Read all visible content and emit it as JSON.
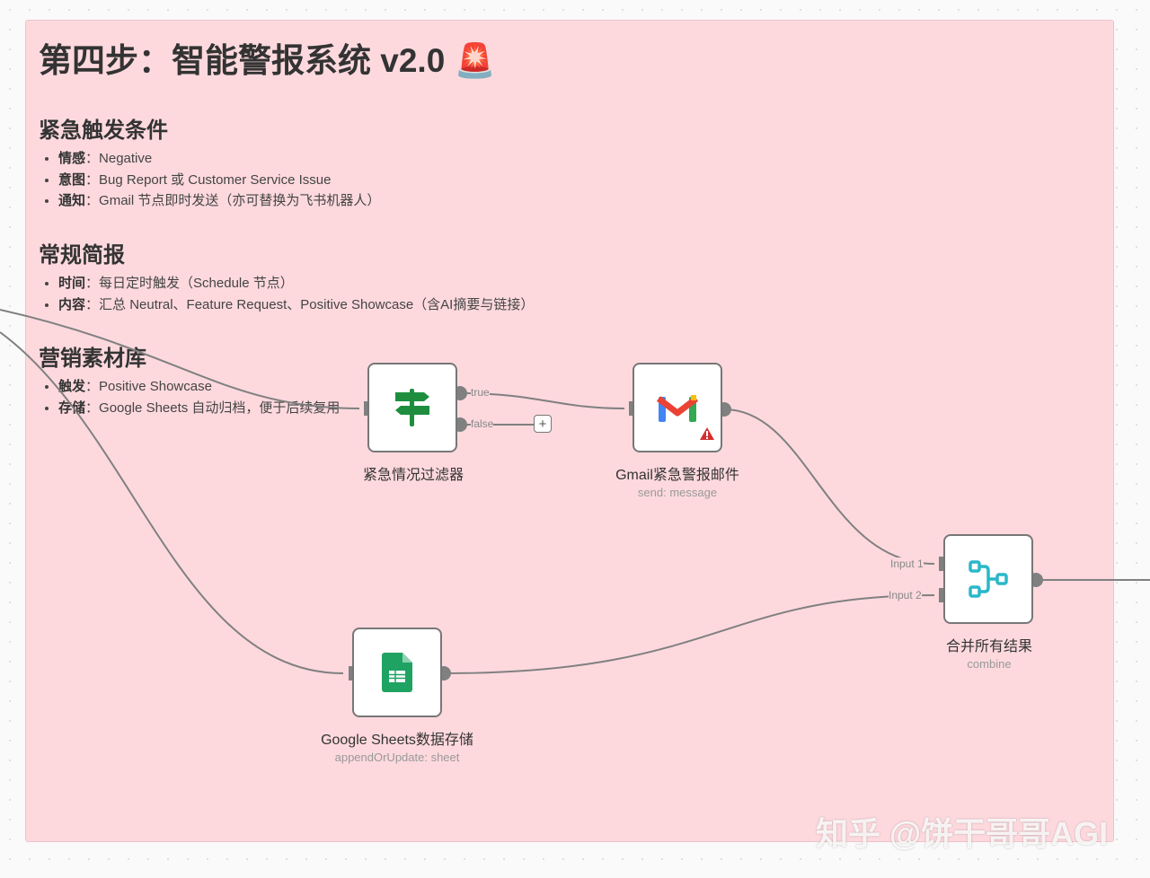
{
  "note": {
    "title": "第四步：智能警报系统 v2.0 🚨",
    "sections": [
      {
        "heading": "紧急触发条件",
        "items": [
          {
            "key": "情感",
            "value": "Negative"
          },
          {
            "key": "意图",
            "value": "Bug Report 或 Customer Service Issue"
          },
          {
            "key": "通知",
            "value": "Gmail 节点即时发送（亦可替换为飞书机器人）"
          }
        ]
      },
      {
        "heading": "常规简报",
        "items": [
          {
            "key": "时间",
            "value": "每日定时触发（Schedule 节点）"
          },
          {
            "key": "内容",
            "value": "汇总 Neutral、Feature Request、Positive Showcase（含AI摘要与链接）"
          }
        ]
      },
      {
        "heading": "营销素材库",
        "items": [
          {
            "key": "触发",
            "value": "Positive Showcase"
          },
          {
            "key": "存储",
            "value": "Google Sheets 自动归档，便于后续复用"
          }
        ]
      }
    ]
  },
  "nodes": {
    "filter": {
      "name": "紧急情况过滤器",
      "out_true": "true",
      "out_false": "false",
      "add": "+"
    },
    "gmail": {
      "name": "Gmail紧急警报邮件",
      "sub": "send: message"
    },
    "merge": {
      "name": "合并所有结果",
      "sub": "combine",
      "in1": "Input 1",
      "in2": "Input 2"
    },
    "sheets": {
      "name": "Google Sheets数据存储",
      "sub": "appendOrUpdate: sheet"
    }
  },
  "watermark": "知乎 @饼干哥哥AGI"
}
